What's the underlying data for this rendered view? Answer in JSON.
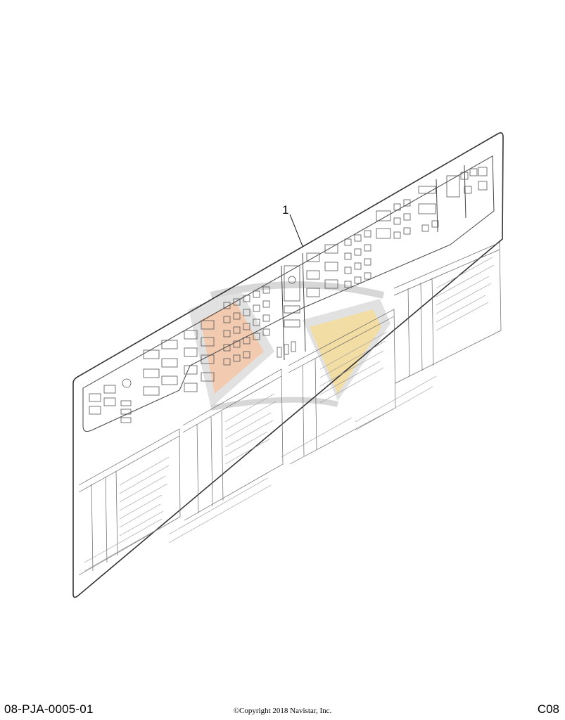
{
  "figure": {
    "callout_number": "1"
  },
  "footer": {
    "drawing_id": "08-PJA-0005-01",
    "copyright": "©Copyright 2018 Navistar, Inc.",
    "section_code": "C08"
  },
  "colors": {
    "line": "#333333",
    "watermark_orange": "#e8a070",
    "watermark_gold": "#e8c35a",
    "watermark_gray": "#b8b8b8"
  }
}
